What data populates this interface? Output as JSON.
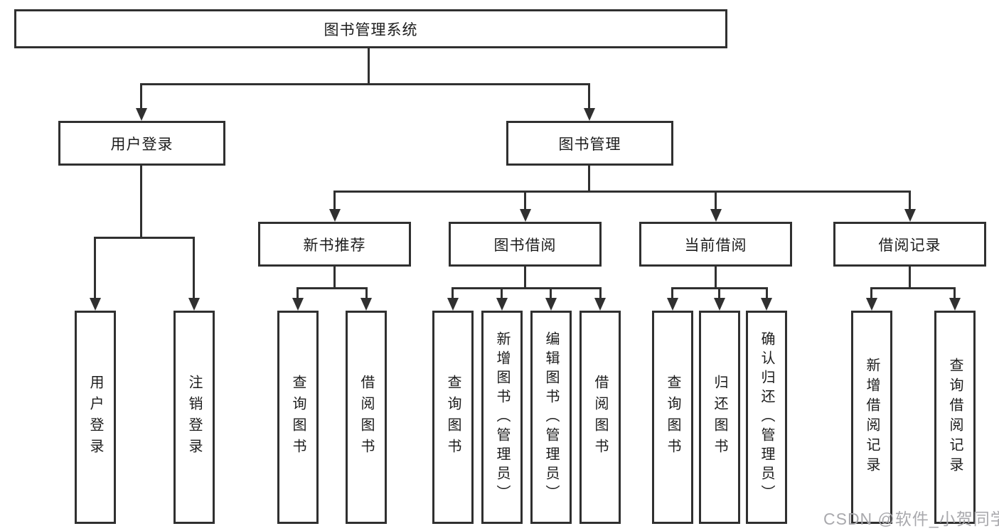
{
  "diagram_title": "图书管理系统",
  "watermark": "CSDN @软件_小贺同学",
  "accent_colors": {
    "line": "#303030",
    "text": "#1c1c1c",
    "watermark": "#a9a9ad",
    "background": "#ffffff"
  },
  "tree": {
    "root": {
      "label": "图书管理系统"
    },
    "branches": [
      {
        "label": "用户登录",
        "leaves": [
          {
            "label": "用户登录"
          },
          {
            "label": "注销登录"
          }
        ]
      },
      {
        "label": "图书管理",
        "groups": [
          {
            "label": "新书推荐",
            "leaves": [
              {
                "label": "查询图书"
              },
              {
                "label": "借阅图书"
              }
            ]
          },
          {
            "label": "图书借阅",
            "leaves": [
              {
                "label": "查询图书"
              },
              {
                "label": "新增图书（管理员）"
              },
              {
                "label": "编辑图书（管理员）"
              },
              {
                "label": "借阅图书"
              }
            ]
          },
          {
            "label": "当前借阅",
            "leaves": [
              {
                "label": "查询图书"
              },
              {
                "label": "归还图书"
              },
              {
                "label": "确认归还（管理员）"
              }
            ]
          },
          {
            "label": "借阅记录",
            "leaves": [
              {
                "label": "新增借阅记录"
              },
              {
                "label": "查询借阅记录"
              }
            ]
          }
        ]
      }
    ]
  }
}
